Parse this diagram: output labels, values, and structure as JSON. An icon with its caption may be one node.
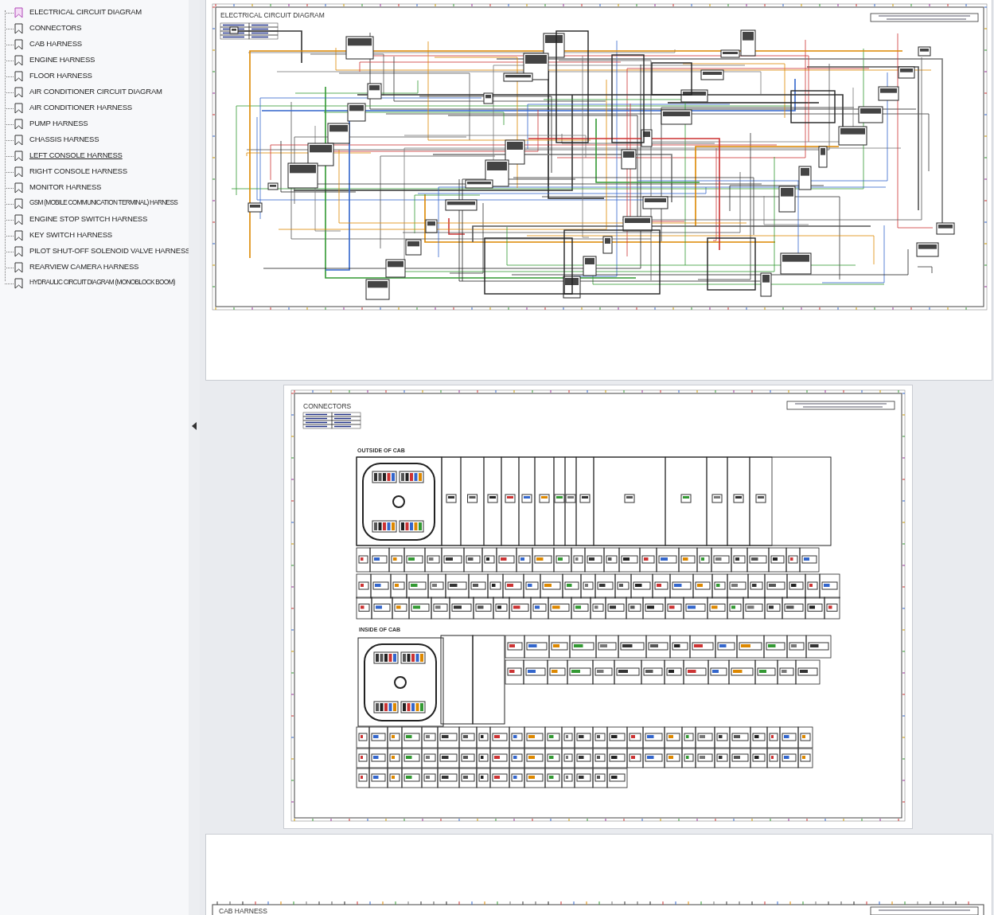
{
  "diagram": {
    "labels": [
      "ELECTRICAL CIRCUIT DIAGRAM",
      "CONNECTORS",
      "CAB HARNESS",
      "ENGINE HARNESS",
      "FLOOR HARNESS",
      "AIR CONDITIONER CIRCUIT DIAGRAM",
      "AIR CONDITIONER HARNESS",
      "PUMP HARNESS",
      "CHASSIS HARNESS",
      "LEFT CONSOLE HARNESS",
      "RIGHT CONSOLE HARNESS",
      "MONITOR HARNESS",
      "GSM (MOBILE COMMUNICATION TERMINAL) HARNESS",
      "ENGINE STOP SWITCH HARNESS",
      "KEY SWITCH HARNESS",
      "PILOT SHUT-OFF SOLENOID VALVE HARNESS",
      "REARVIEW CAMERA HARNESS",
      "HYDRAULIC CIRCUIT DIAGRAM (MONOBLOCK BOOM)",
      "ELECTRICAL CIRCUIT DIAGRAM",
      "CONNECTORS",
      "OUTSIDE OF CAB",
      "INSIDE OF CAB",
      "CAB HARNESS"
    ]
  }
}
